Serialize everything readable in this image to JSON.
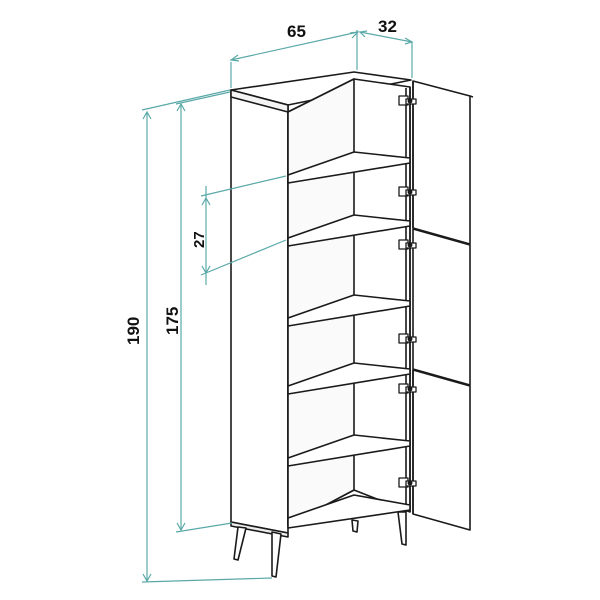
{
  "dimensions": {
    "width": "65",
    "depth": "32",
    "total_height": "190",
    "body_height": "175",
    "shelf_spacing": "27"
  },
  "colors": {
    "dimension_line": "#5aa9a8",
    "outline": "#1a1a1a",
    "panel": "#ffffff"
  }
}
